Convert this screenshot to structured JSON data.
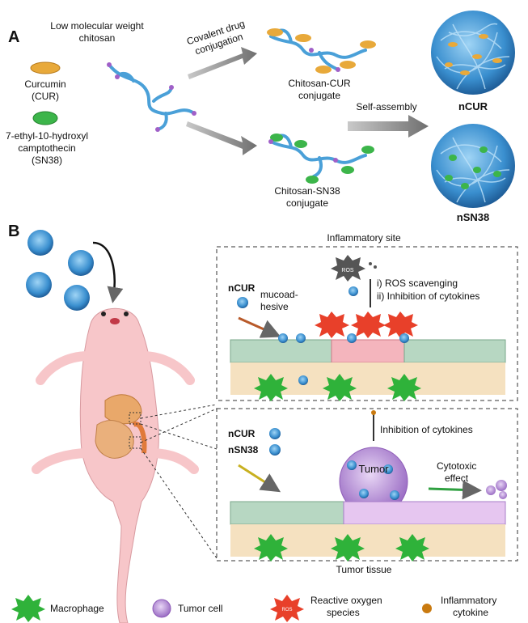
{
  "panel_a": {
    "letter": "A",
    "chitosan_label": [
      "Low molecular weight",
      "chitosan"
    ],
    "cur_label": [
      "Curcumin",
      "(CUR)"
    ],
    "sn38_label": [
      "7-ethyl-10-hydroxyl",
      "camptothecin",
      "(SN38)"
    ],
    "arrow_label": [
      "Covalent drug",
      "conjugation"
    ],
    "chitosan_cur_label": [
      "Chitosan-CUR",
      "conjugate"
    ],
    "chitosan_sn38_label": [
      "Chitosan-SN38",
      "conjugate"
    ],
    "self_assembly_label": "Self-assembly",
    "ncur_label": "nCUR",
    "nsn38_label": "nSN38",
    "colors": {
      "chitosan": "#4aa0d8",
      "cur": "#e8a93a",
      "sn38": "#3cb54a",
      "end": "#a060c8"
    }
  },
  "panel_b": {
    "letter": "B",
    "inflam_title": "Inflammatory site",
    "inflam_ncur": "nCUR",
    "mucoad": [
      "mucoad-",
      "hesive"
    ],
    "ros_text": "ROS",
    "ros_lines": [
      "i) ROS scavenging",
      "ii) Inhibition of cytokines"
    ],
    "tumor_ncur": "nCUR",
    "tumor_nsn38": "nSN38",
    "tumor_label": "Tumor",
    "tumor_inhibit": "Inhibition of cytokines",
    "cytotoxic": [
      "Cytotoxic",
      "effect"
    ],
    "tumor_tissue": "Tumor tissue"
  },
  "legend": {
    "macrophage": "Macrophage",
    "tumor_cell": "Tumor cell",
    "ros": [
      "Reactive oxygen",
      "species"
    ],
    "cytokine": [
      "Inflammatory",
      "cytokine"
    ]
  }
}
